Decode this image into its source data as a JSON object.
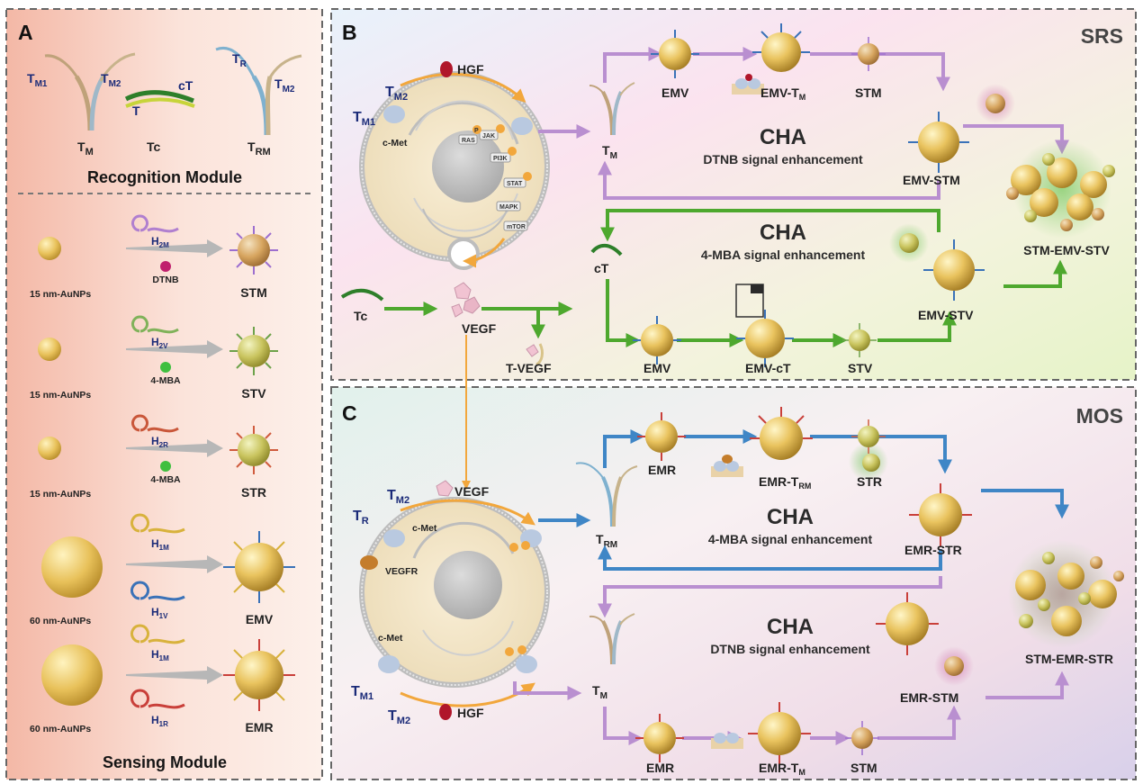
{
  "panels": {
    "a": {
      "letter": "A",
      "module_recognition": "Recognition Module",
      "module_sensing": "Sensing Module",
      "tm": "T",
      "tm_sub": "M",
      "tc": "Tc",
      "trm": "T",
      "trm_sub": "RM",
      "tm1": "T",
      "tm1_sub": "M1",
      "tm2": "T",
      "tm2_sub": "M2",
      "t": "T",
      "ct": "cT",
      "tr": "T",
      "tr_sub": "R",
      "rows": [
        {
          "np": "15 nm-AuNPs",
          "hp": "H",
          "hp_sub": "2M",
          "dye": "DTNB",
          "product": "STM"
        },
        {
          "np": "15 nm-AuNPs",
          "hp": "H",
          "hp_sub": "2V",
          "dye": "4-MBA",
          "product": "STV"
        },
        {
          "np": "15 nm-AuNPs",
          "hp": "H",
          "hp_sub": "2R",
          "dye": "4-MBA",
          "product": "STR"
        },
        {
          "np": "60 nm-AuNPs",
          "hp": "H",
          "hp_sub": "1M",
          "hp2": "H",
          "hp2_sub": "1V",
          "product": "EMV"
        },
        {
          "np": "60 nm-AuNPs",
          "hp": "H",
          "hp_sub": "1M",
          "hp2": "H",
          "hp2_sub": "1R",
          "product": "EMR"
        }
      ]
    },
    "b": {
      "letter": "B",
      "corner": "SRS",
      "tm2": "T",
      "tm2_sub": "M2",
      "tm1": "T",
      "tm1_sub": "M1",
      "hgf": "HGF",
      "cmet": "c-Met",
      "kinases": [
        "RAS",
        "JAK",
        "PI3K",
        "STAT",
        "MAPK",
        "mTOR"
      ],
      "p": "P",
      "tc": "Tc",
      "vegf": "VEGF",
      "tvegf": "T-VEGF",
      "tm": "T",
      "tm_sub": "M",
      "ct": "cT",
      "cha1": "CHA",
      "enh1": "DTNB signal enhancement",
      "cha2": "CHA",
      "enh2": "4-MBA signal enhancement",
      "emv": "EMV",
      "emv_tm": "EMV-T",
      "emv_tm_sub": "M",
      "stm": "STM",
      "emv_stm": "EMV-STM",
      "emv2": "EMV",
      "emv_ct": "EMV-cT",
      "stv": "STV",
      "emv_stv": "EMV-STV",
      "final": "STM-EMV-STV"
    },
    "c": {
      "letter": "C",
      "corner": "MOS",
      "tr": "T",
      "tr_sub": "R",
      "tm2": "T",
      "tm2_sub": "M2",
      "vegf": "VEGF",
      "cmet": "c-Met",
      "vegfr": "VEGFR",
      "cmet2": "c-Met",
      "tm1": "T",
      "tm1_sub": "M1",
      "tm2b": "T",
      "tm2b_sub": "M2",
      "hgf": "HGF",
      "trm": "T",
      "trm_sub": "RM",
      "tm": "T",
      "tm_sub": "M",
      "cha1": "CHA",
      "enh1": "4-MBA signal enhancement",
      "cha2": "CHA",
      "enh2": "DTNB signal enhancement",
      "emr": "EMR",
      "emr_trm": "EMR-T",
      "emr_trm_sub": "RM",
      "str": "STR",
      "emr_str": "EMR-STR",
      "emr2": "EMR",
      "emr_tm": "EMR-T",
      "emr_tm_sub": "M",
      "stm": "STM",
      "emr_stm": "EMR-STM",
      "final": "STM-EMR-STR"
    }
  },
  "colors": {
    "purple": "#b98fd0",
    "green": "#4ea82e",
    "blue": "#3f86c6",
    "orange": "#f2a73c",
    "gold": "#e2b84d",
    "navy": "#1a2a78"
  }
}
